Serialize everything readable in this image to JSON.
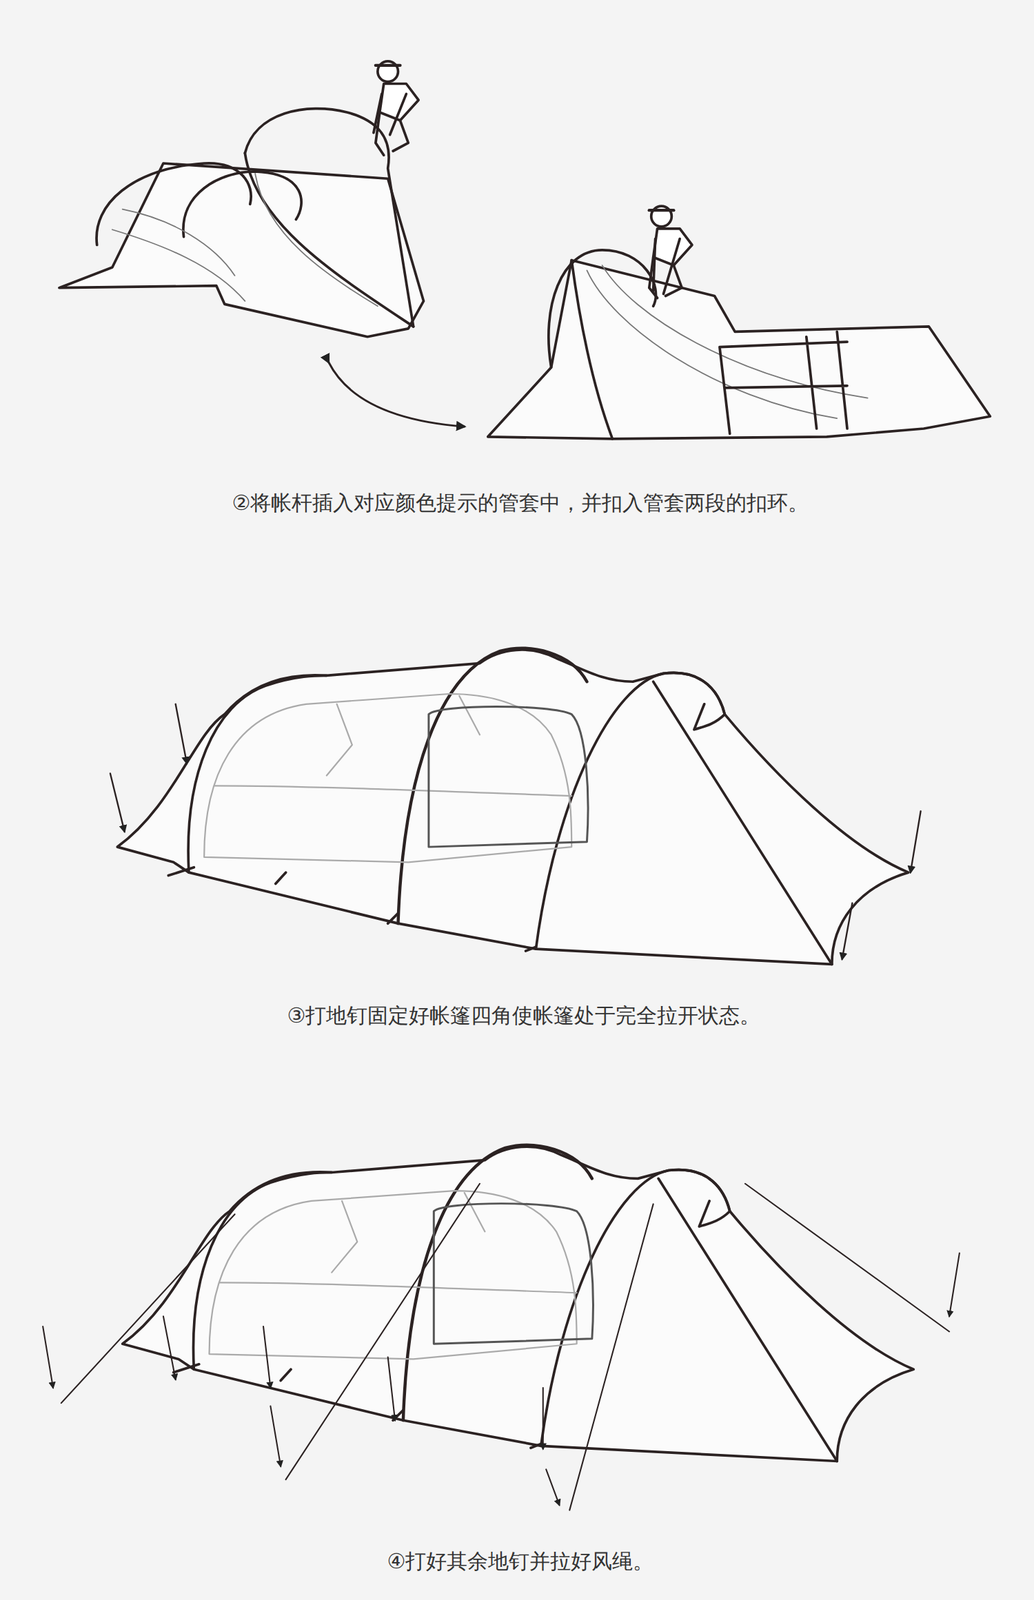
{
  "diagram": {
    "labels": [
      "②将帐杆插入对应颜色提示的管套中，并扣入管套两段的扣环。",
      "③打地钉固定好帐篷四角使帐篷处于完全拉开状态。",
      "④打好其余地钉并拉好风绳。"
    ]
  }
}
